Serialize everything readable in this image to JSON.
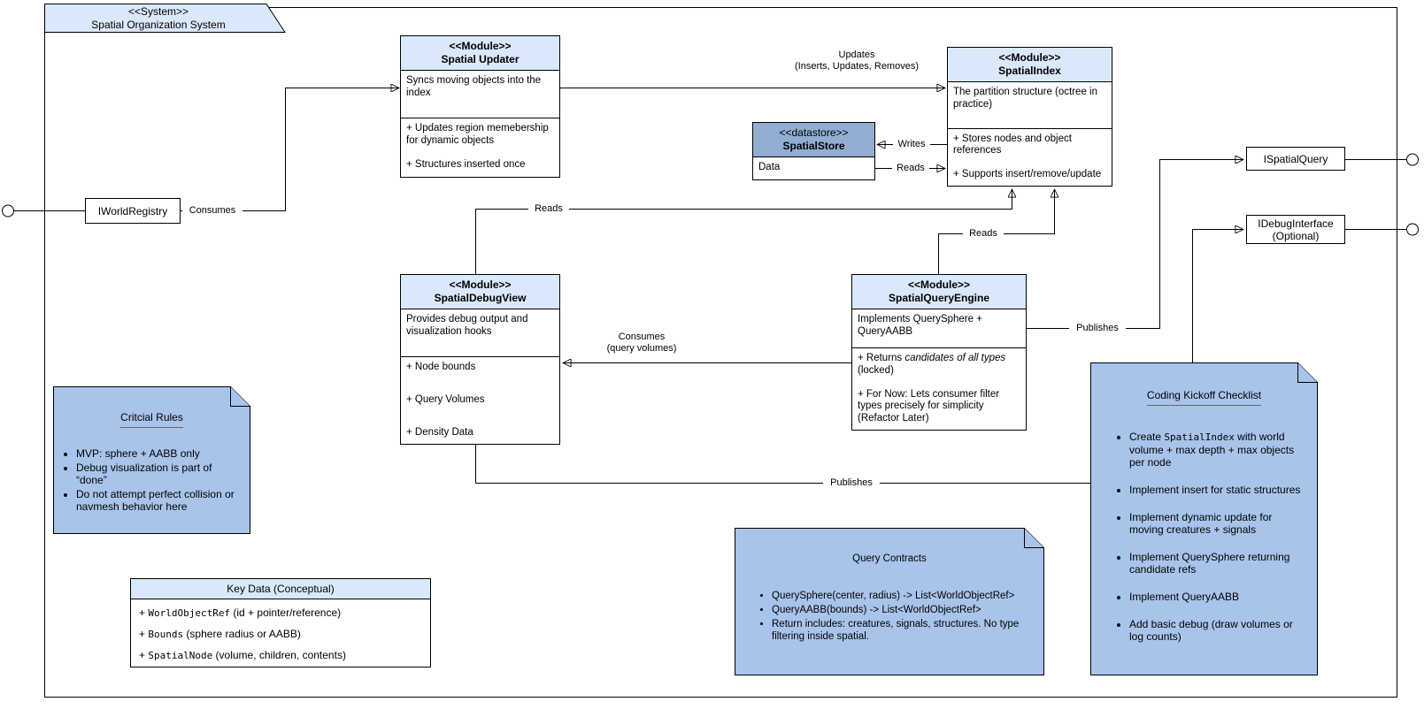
{
  "system": {
    "stereotype": "<<System>>",
    "name": "Spatial Organization System"
  },
  "modules": {
    "updater": {
      "stereotype": "<<Module>>",
      "name": "Spatial Updater",
      "summary": "Syncs moving objects into the index",
      "item1": "+ Updates region memebership for dynamic objects",
      "item2": "+ Structures inserted once"
    },
    "index": {
      "stereotype": "<<Module>>",
      "name": "SpatialIndex",
      "summary": "The partition structure (octree in practice)",
      "item1": "+ Stores nodes and object references",
      "item2": "+ Supports insert/remove/update"
    },
    "debug_view": {
      "stereotype": "<<Module>>",
      "name": "SpatialDebugView",
      "summary": "Provides debug output and visualization hooks",
      "item1": "+ Node bounds",
      "item2": "+ Query Volumes",
      "item3": "+ Density Data"
    },
    "query_engine": {
      "stereotype": "<<Module>>",
      "name": "SpatialQueryEngine",
      "summary": "Implements QuerySphere + QueryAABB",
      "item1_prefix": "+ Returns ",
      "item1_italic": "candidates of all types",
      "item1_suffix": " (locked)",
      "item2": "+ For Now: Lets consumer filter types precisely for simplicity (Refactor Later)"
    }
  },
  "datastore": {
    "stereotype": "<<datastore>>",
    "name": "SpatialStore",
    "body": "Data"
  },
  "interfaces": {
    "world_registry": "IWorldRegistry",
    "spatial_query": "ISpatialQuery",
    "debug_line1": "IDebugInterface",
    "debug_line2": "(Optional)"
  },
  "edges": {
    "consumes_registry": "Consumes",
    "updates_line1": "Updates",
    "updates_line2": "(Inserts, Updates, Removes)",
    "writes": "Writes",
    "reads_store": "Reads",
    "reads_debug": "Reads",
    "reads_query": "Reads",
    "consumes_query_line1": "Consumes",
    "consumes_query_line2": "(query volumes)",
    "publishes_query": "Publishes",
    "publishes_debug": "Publishes"
  },
  "notes": {
    "critical_rules": {
      "title": "Critcial Rules",
      "bullets": [
        "MVP: sphere + AABB only",
        "Debug visualization is part of “done”",
        "Do not attempt perfect collision or navmesh behavior here"
      ]
    },
    "query_contracts": {
      "title": "Query Contracts",
      "bullets": [
        "QuerySphere(center, radius) -> List<WorldObjectRef>",
        "QueryAABB(bounds) -> List<WorldObjectRef>",
        "Return includes: creatures, signals, structures. No type filtering inside spatial."
      ]
    },
    "kickoff": {
      "title": "Coding Kickoff Checklist",
      "bullet1_prefix": "Create ",
      "bullet1_code": "SpatialIndex",
      "bullet1_suffix": " with world volume + max depth + max objects per node",
      "bullets_rest": [
        "Implement insert for static structures",
        "Implement dynamic update for moving creatures + signals",
        "Implement QuerySphere returning candidate refs",
        "Implement QueryAABB",
        "Add basic debug (draw volumes or log counts)"
      ]
    }
  },
  "key_data": {
    "title": "Key Data (Conceptual)",
    "rows": [
      {
        "prefix": "+ ",
        "code": "WorldObjectRef",
        "rest": " (id + pointer/reference)"
      },
      {
        "prefix": "+ ",
        "code": "Bounds",
        "rest": " (sphere radius or AABB)"
      },
      {
        "prefix": "+ ",
        "code": "SpatialNode",
        "rest": " (volume, children, contents)"
      }
    ]
  },
  "colors": {
    "module_header": "#dae8fc",
    "datastore_header": "#92add2",
    "note_fill": "#a9c4eb",
    "border": "#000000",
    "background": "#ffffff"
  }
}
